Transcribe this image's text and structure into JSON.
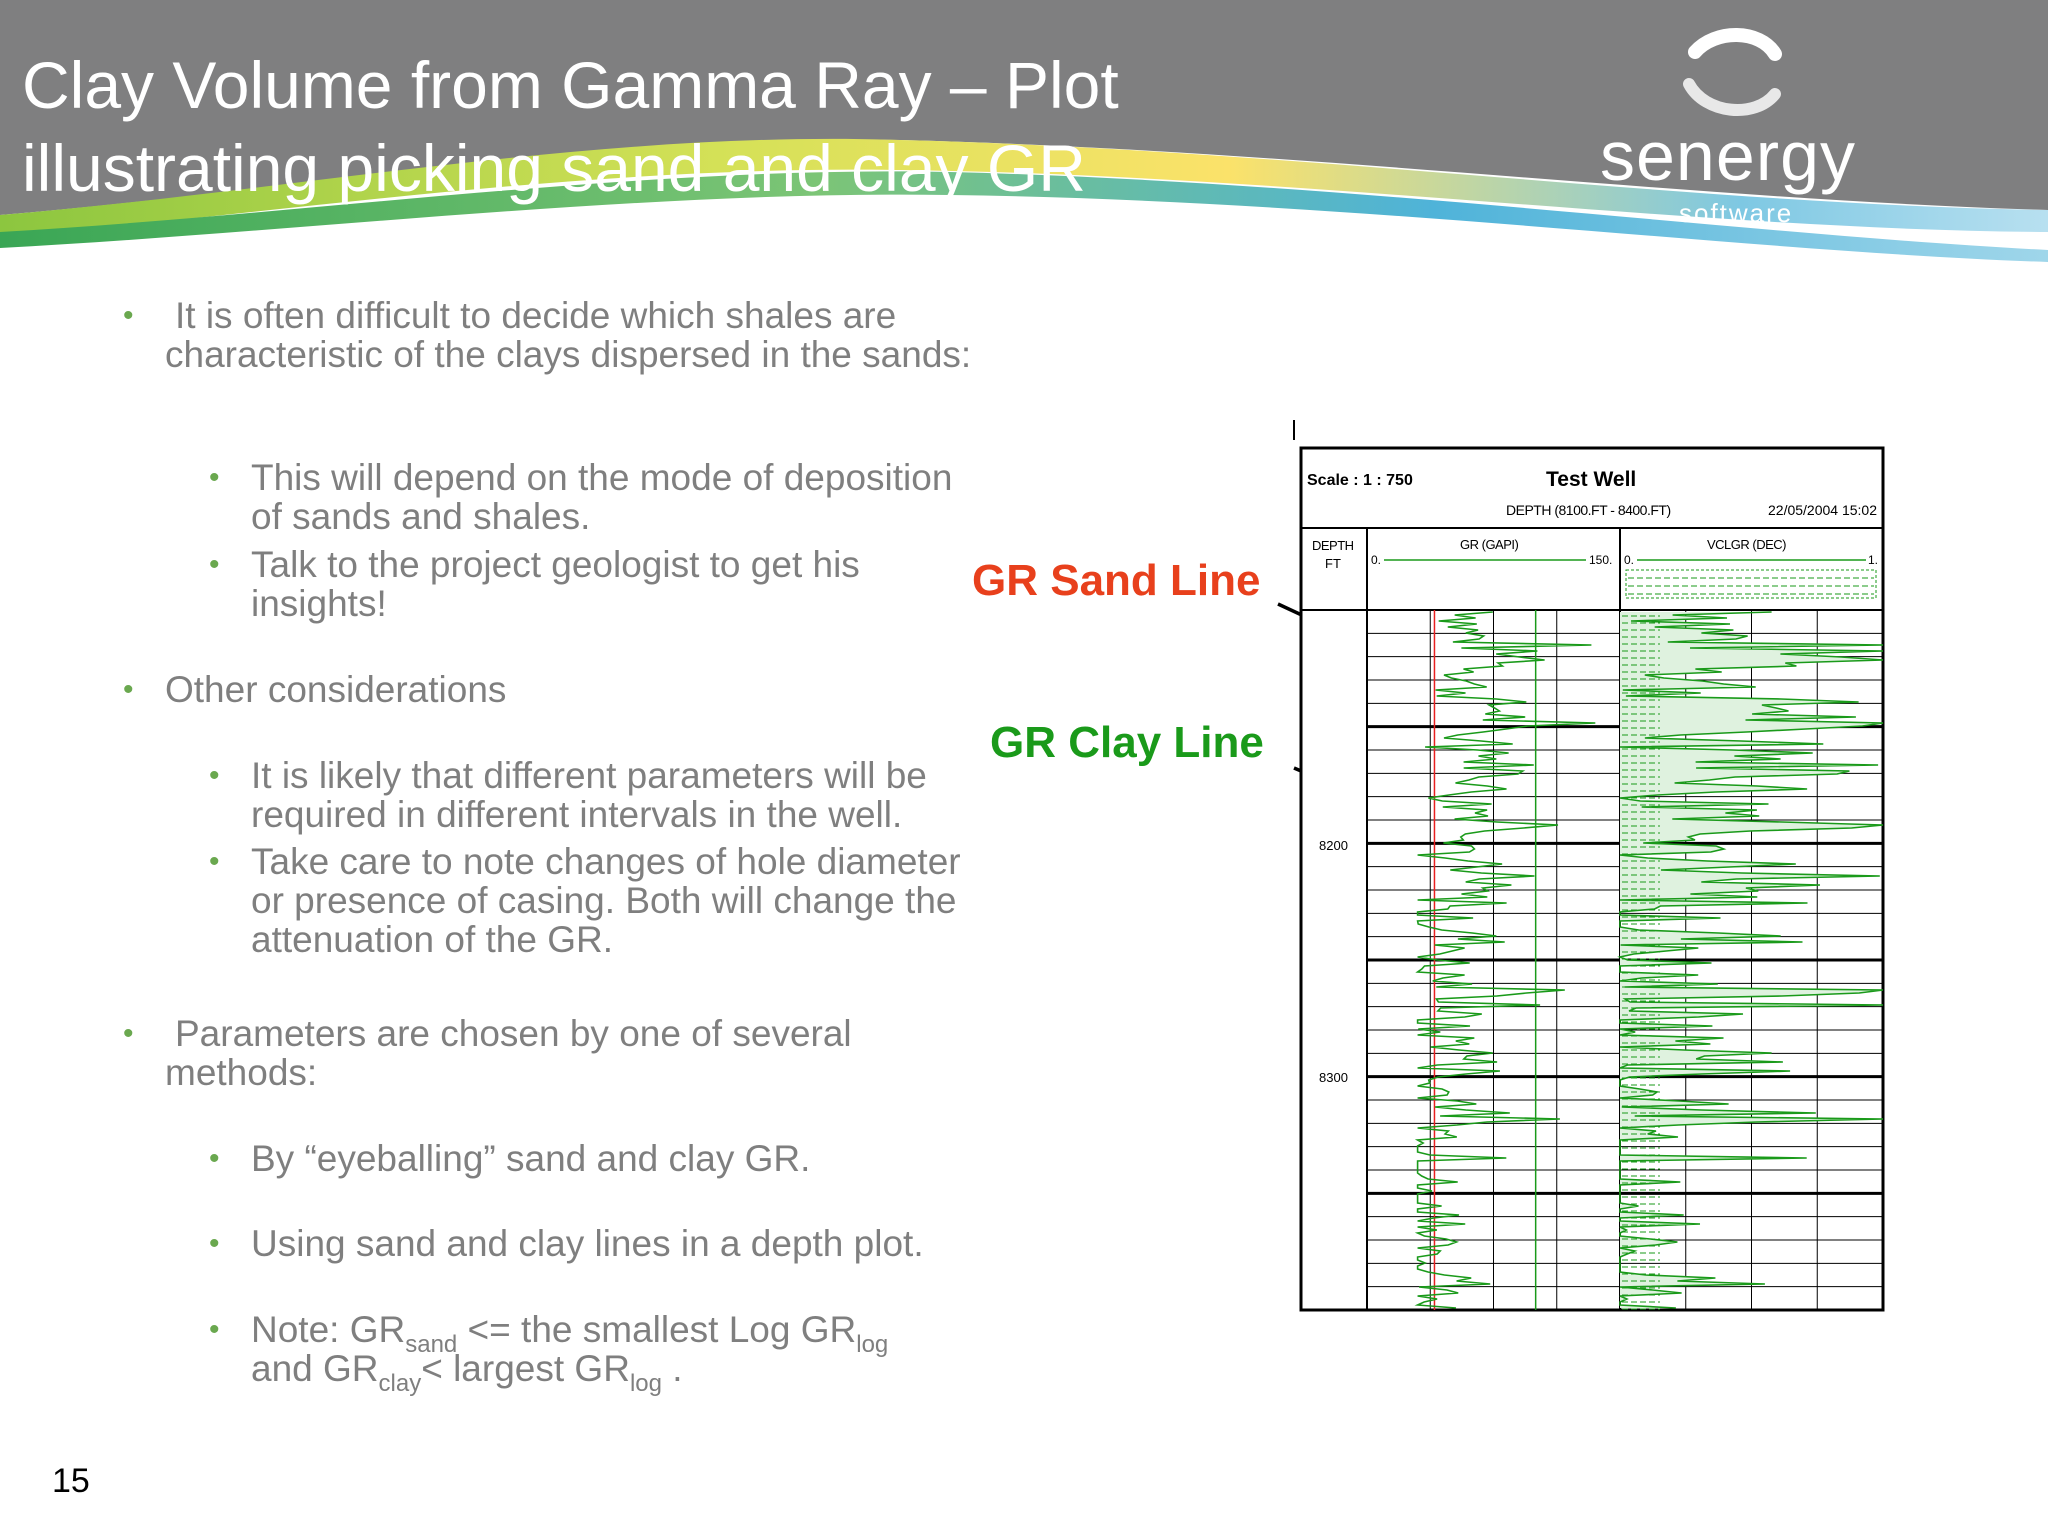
{
  "slide": {
    "title_line1": "Clay Volume from Gamma Ray – Plot",
    "title_line2": "illustrating picking sand and clay GR",
    "page_number": "15"
  },
  "logo": {
    "name": "senergy",
    "sub": "software"
  },
  "bullets": {
    "b1": "It is often difficult to decide which shales are characteristic of the clays dispersed in the sands:",
    "b1a": "This will depend on the mode of deposition of sands and shales.",
    "b1b": "Talk to the project geologist to get his insights!",
    "b2": "Other considerations",
    "b2a": "It is likely that different parameters will be required in different intervals in the well.",
    "b2b": "Take care to note changes of hole diameter or presence of casing.  Both will change the attenuation of the GR.",
    "b3": "Parameters are chosen by one of several methods:",
    "b3a": "By “eyeballing” sand and clay GR.",
    "b3b": "Using sand and clay lines in a depth plot.",
    "note": {
      "p1": "Note: GR",
      "s1": "sand",
      "p2": " <= the smallest Log GR",
      "s2": "log",
      "p3": "and GR",
      "s3": "clay",
      "p4": "< largest GR",
      "s4": "log",
      "p5": " ."
    }
  },
  "callouts": {
    "sand": "GR Sand Line",
    "clay": "GR Clay Line",
    "sand_color": "#e8401c",
    "clay_color": "#1a9a1a"
  },
  "log_header": {
    "scale": "Scale : 1 : 750",
    "well": "Test Well",
    "depth_range": "DEPTH (8100.FT - 8400.FT)",
    "date": "22/05/2004 15:02",
    "depth_col_line1": "DEPTH",
    "depth_col_line2": "FT",
    "track1_curve": "GR (GAPI)",
    "track1_min": "0.",
    "track1_max": "150.",
    "track2_curve": "VCLGR (DEC)",
    "track2_min": "0.",
    "track2_max": "1."
  },
  "chart_data": {
    "type": "line",
    "depth_range_ft": [
      8100,
      8400
    ],
    "depth_labels": [
      "8200",
      "8300"
    ],
    "tracks": [
      {
        "curve": "GR (GAPI)",
        "scale": [
          0,
          150
        ],
        "color": "#1a9a1a",
        "sand_line": 40,
        "clay_line": 100
      },
      {
        "curve": "VCLGR (DEC)",
        "scale": [
          0,
          1
        ],
        "color": "#1a9a1a"
      }
    ],
    "sand_line_color": "#e82020",
    "clay_line_color": "#1a9a1a"
  }
}
